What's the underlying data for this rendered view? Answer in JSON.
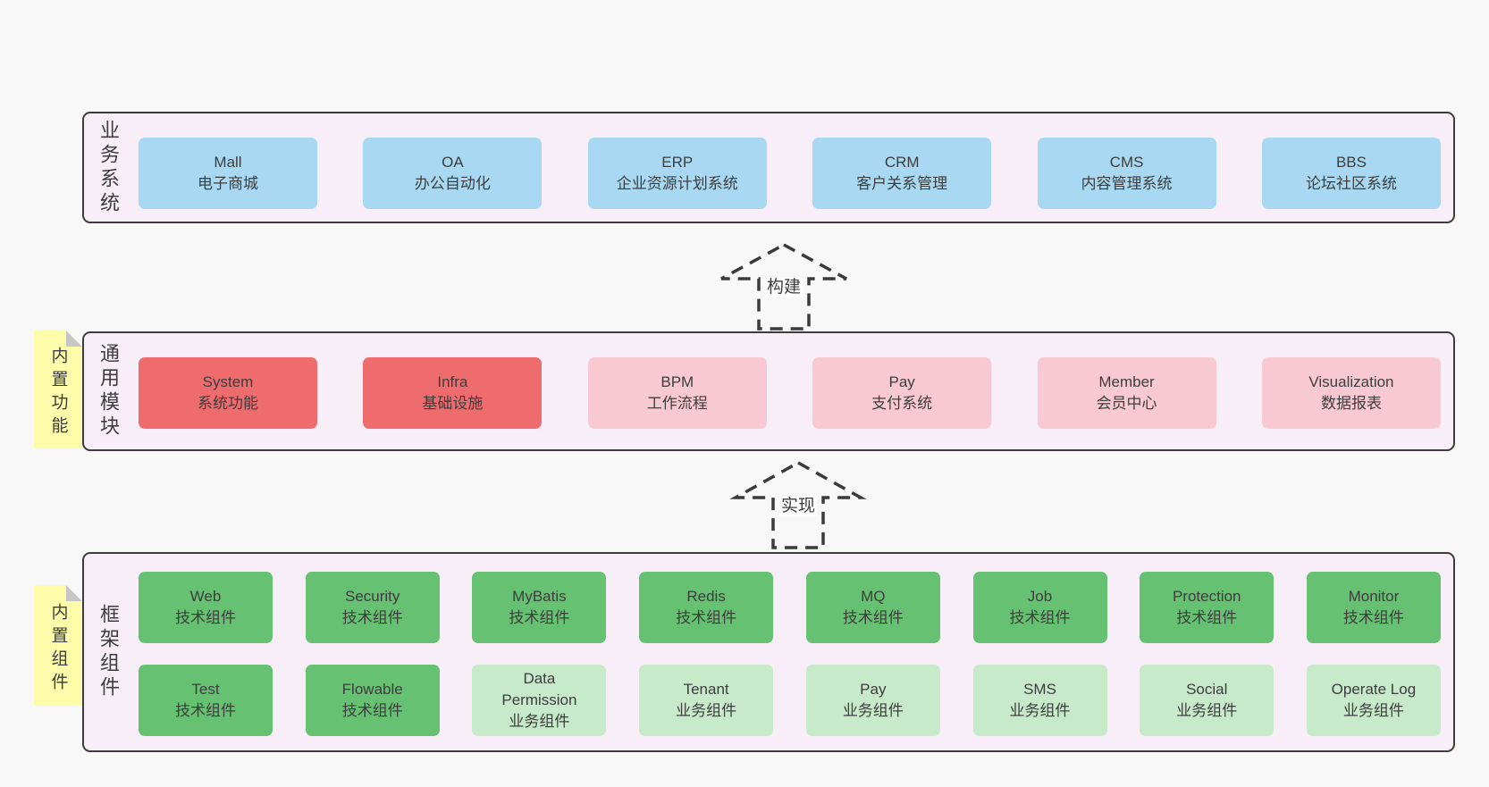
{
  "diagram": {
    "band1": {
      "label": "业务系统",
      "boxes": [
        {
          "title": "Mall",
          "subtitle": "电子商城"
        },
        {
          "title": "OA",
          "subtitle": "办公自动化"
        },
        {
          "title": "ERP",
          "subtitle": "企业资源计划系统"
        },
        {
          "title": "CRM",
          "subtitle": "客户关系管理"
        },
        {
          "title": "CMS",
          "subtitle": "内容管理系统"
        },
        {
          "title": "BBS",
          "subtitle": "论坛社区系统"
        }
      ]
    },
    "arrow1": {
      "label": "构建"
    },
    "band2": {
      "label": "通用模块",
      "note": "内置功能",
      "boxes": [
        {
          "title": "System",
          "subtitle": "系统功能"
        },
        {
          "title": "Infra",
          "subtitle": "基础设施"
        },
        {
          "title": "BPM",
          "subtitle": "工作流程"
        },
        {
          "title": "Pay",
          "subtitle": "支付系统"
        },
        {
          "title": "Member",
          "subtitle": "会员中心"
        },
        {
          "title": "Visualization",
          "subtitle": "数据报表"
        }
      ]
    },
    "arrow2": {
      "label": "实现"
    },
    "band3": {
      "label": "框架组件",
      "note": "内置组件",
      "row1": [
        {
          "title": "Web",
          "subtitle": "技术组件"
        },
        {
          "title": "Security",
          "subtitle": "技术组件"
        },
        {
          "title": "MyBatis",
          "subtitle": "技术组件"
        },
        {
          "title": "Redis",
          "subtitle": "技术组件"
        },
        {
          "title": "MQ",
          "subtitle": "技术组件"
        },
        {
          "title": "Job",
          "subtitle": "技术组件"
        },
        {
          "title": "Protection",
          "subtitle": "技术组件"
        },
        {
          "title": "Monitor",
          "subtitle": "技术组件"
        }
      ],
      "row2": [
        {
          "title": "Test",
          "subtitle": "技术组件"
        },
        {
          "title": "Flowable",
          "subtitle": "技术组件"
        },
        {
          "title": "Data Permission",
          "subtitle": "业务组件"
        },
        {
          "title": "Tenant",
          "subtitle": "业务组件"
        },
        {
          "title": "Pay",
          "subtitle": "业务组件"
        },
        {
          "title": "SMS",
          "subtitle": "业务组件"
        },
        {
          "title": "Social",
          "subtitle": "业务组件"
        },
        {
          "title": "Operate Log",
          "subtitle": "业务组件"
        }
      ]
    }
  },
  "colors": {
    "blue": "#a9d9f2",
    "red": "#ee6b6e",
    "pink": "#f9c9d3",
    "green_dark": "#67c172",
    "green_light": "#c7eaca",
    "band_bg": "#f8eef7",
    "note_yellow": "#fcfcab",
    "fold_gray": "#c6c6c6",
    "border": "#3c3c3c"
  }
}
